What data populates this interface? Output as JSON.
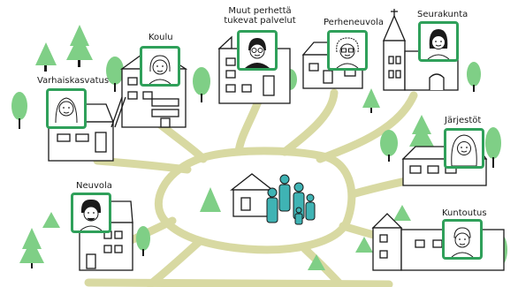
{
  "colors": {
    "road": "#d8d9a2",
    "tree": "#7fcf86",
    "frame": "#2fa05a",
    "family": "#3fb3b4",
    "ink": "#1a1a1a"
  },
  "places": {
    "varhaiskasvatus": "Varhaiskasvatus",
    "koulu": "Koulu",
    "muut_line1": "Muut perhettä",
    "muut_line2": "tukevat palvelut",
    "perheneuvola": "Perheneuvola",
    "seurakunta": "Seurakunta",
    "jarjestot": "Järjestöt",
    "neuvola": "Neuvola",
    "kuntoutus": "Kuntoutus"
  }
}
